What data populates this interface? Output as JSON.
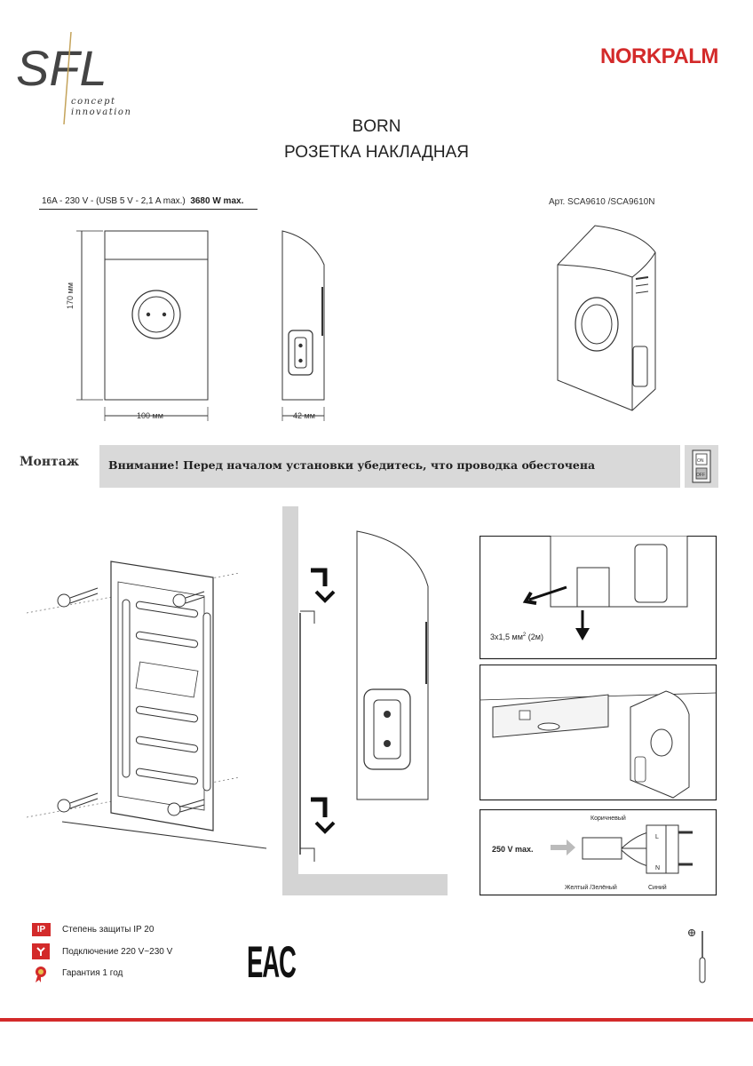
{
  "logo": {
    "letters": "SFL",
    "tagline_1": "concept",
    "tagline_2": "innovation"
  },
  "brand": "NORKPALM",
  "title": {
    "line1": "BORN",
    "line2": "РОЗЕТКА НАКЛАДНАЯ"
  },
  "spec": {
    "text": "16A - 230 V - (USB 5 V - 2,1 A max.)",
    "power": "3680 W max."
  },
  "article": "Арт. SCA9610 /SCA9610N",
  "dimensions": {
    "height": "170 мм",
    "width": "100 мм",
    "depth": "42 мм"
  },
  "mounting": {
    "label": "Монтаж",
    "warning": "Внимание! Перед началом установки убедитесь, что проводка обесточена",
    "switch_on": "ON",
    "switch_off": "OFF"
  },
  "wiring": {
    "cable": "3х1,5 мм",
    "cable_sup": "2",
    "cable_len": "(2м)",
    "voltage": "250 V max.",
    "brown": "Коричневый",
    "yellow_green": "Желтый /Зелёный",
    "blue": "Синий",
    "terminals": [
      "L",
      "N"
    ]
  },
  "footer": {
    "ip_badge": "IP",
    "ip_text": "Степень защиты IP 20",
    "connection": "Подключение 220 V~230 V",
    "warranty": "Гарантия 1 год",
    "eac": "EAC"
  },
  "colors": {
    "brand_red": "#d32a2a",
    "logo_gold": "#c4a35a",
    "warn_bar": "#d9d9d9"
  }
}
